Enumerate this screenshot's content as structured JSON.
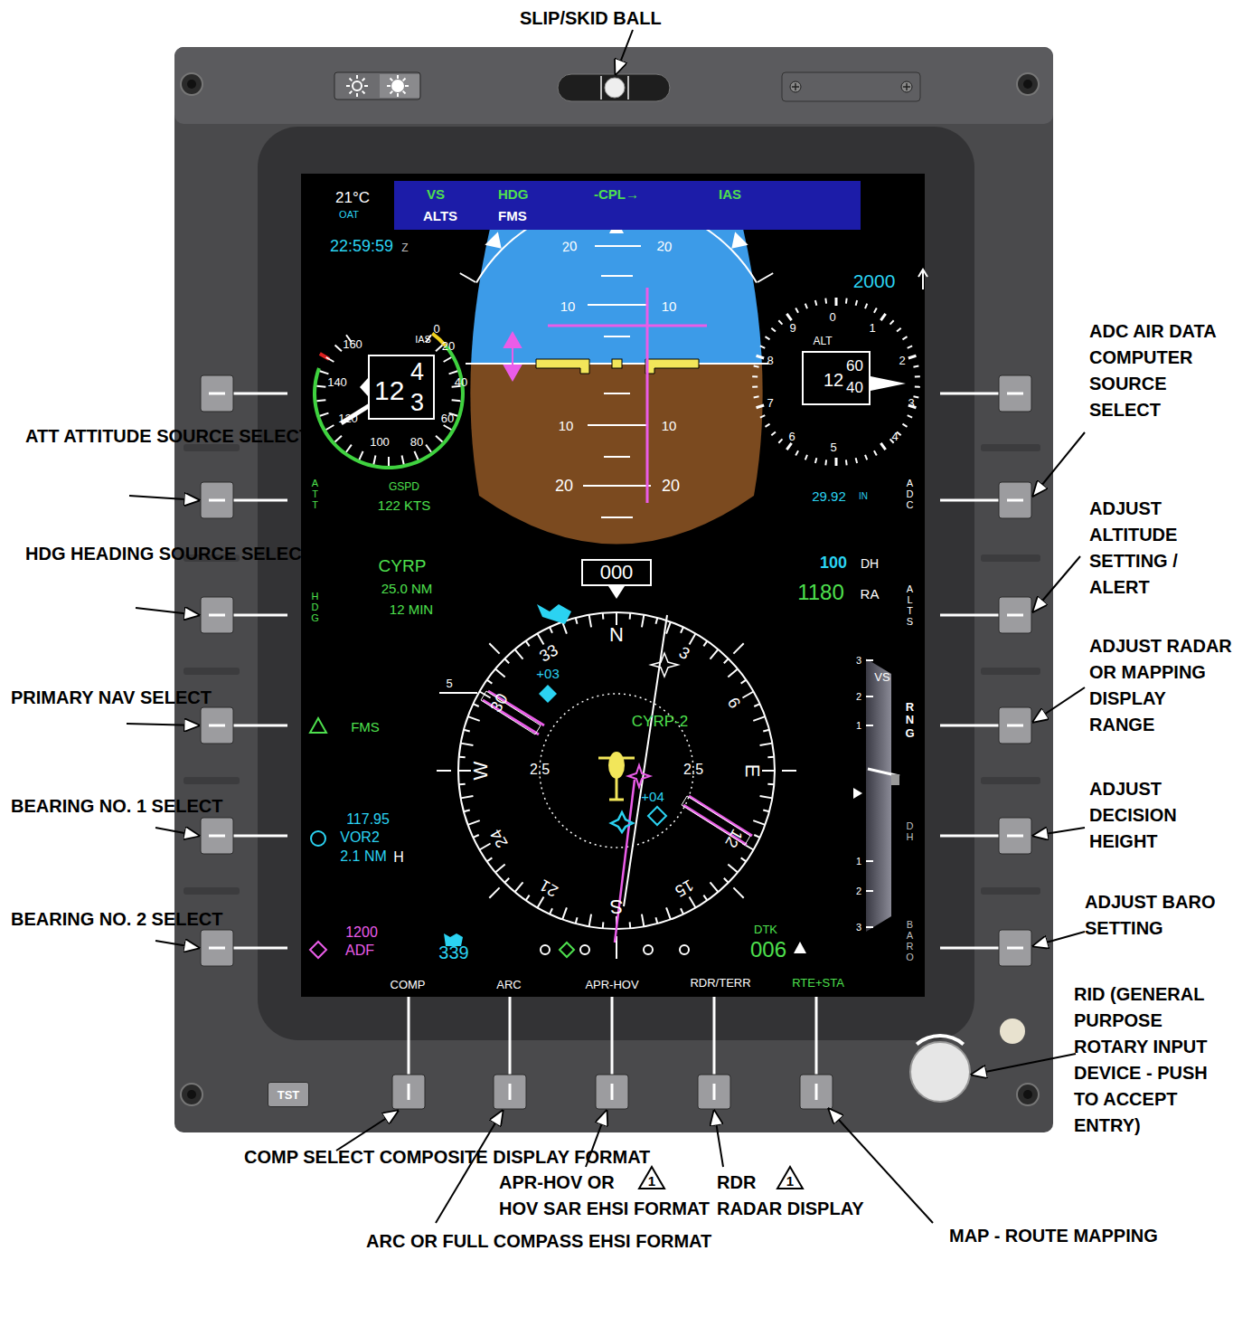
{
  "diagram": {
    "nodes": [
      {
        "text": [
          "VS",
          "HDG",
          "-CPL→",
          "IAS",
          "ALTS",
          "FMS"
        ]
      },
      {
        "text": [
          "12",
          "4",
          "3"
        ]
      },
      {
        "text": [
          "12",
          "60",
          "40"
        ]
      },
      {
        "text": [
          "000"
        ]
      },
      {
        "text": [
          "TST"
        ]
      },
      {
        "text": [
          "1"
        ]
      },
      {
        "text": [
          "1"
        ]
      }
    ],
    "labels": [
      "SLIP/SKID BALL",
      "ATT ATTITUDE SOURCE SELECT",
      "HDG HEADING SOURCE SELECT",
      "PRIMARY NAV SELECT",
      "BEARING NO. 1 SELECT",
      "BEARING NO. 2 SELECT",
      "ADC AIR DATA COMPUTER SOURCE SELECT",
      "ADJUST ALTITUDE SETTING / ALERT",
      "ADJUST RADAR OR MAPPING DISPLAY RANGE",
      "ADJUST DECISION HEIGHT",
      "ADJUST BARO SETTING",
      "RID (GENERAL PURPOSE ROTARY INPUT DEVICE - PUSH TO ACCEPT ENTRY)",
      "COMP SELECT COMPOSITE DISPLAY FORMAT",
      "ARC OR FULL COMPASS EHSI FORMAT",
      "APR-HOV OR",
      "HOV SAR EHSI FORMAT",
      "RDR",
      "RADAR DISPLAY",
      "MAP - ROUTE MAPPING",
      "21°C",
      "OAT",
      "22:59:59",
      "Z",
      "20",
      "20",
      "10",
      "10",
      "10",
      "10",
      "20",
      "20",
      "IAS",
      "160",
      "140",
      "120",
      "100",
      "80",
      "60",
      "40",
      "20",
      "0",
      "GSPD",
      "122 KTS",
      "2000",
      "ALT",
      "0",
      "1",
      "2",
      "3",
      "4",
      "5",
      "6",
      "7",
      "8",
      "9",
      "29.92",
      "IN",
      "ATT",
      "HDG",
      "ADC",
      "ALTS",
      "RNG",
      "DH",
      "BARO",
      "CYRP",
      "25.0 NM",
      "12 MIN",
      "100",
      "DH",
      "1180",
      "RA",
      "N",
      "3",
      "6",
      "E",
      "12",
      "15",
      "S",
      "21",
      "24",
      "W",
      "30",
      "33",
      "5",
      "+03",
      "CYRP-2",
      "2.5",
      "2.5",
      "+04",
      "FMS",
      "117.95",
      "VOR2",
      "2.1 NM",
      "H",
      "1200",
      "ADF",
      "339",
      "DTK",
      "006",
      "VS",
      "3",
      "2",
      "1",
      "1",
      "2",
      "3",
      "COMP",
      "ARC",
      "APR-HOV",
      "RDR/TERR",
      "RTE+STA"
    ]
  }
}
